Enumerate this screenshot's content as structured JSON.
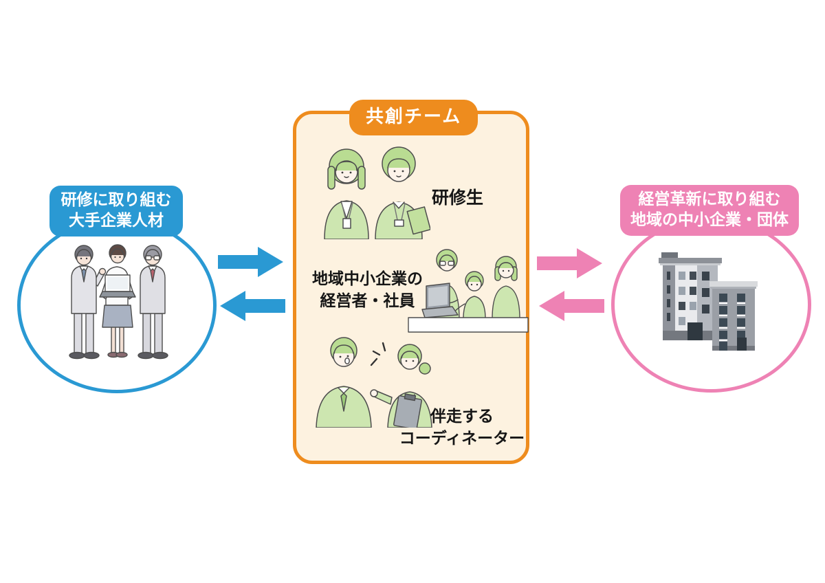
{
  "colors": {
    "blue": "#2a99d3",
    "orange": "#ee8c1e",
    "pink": "#ee82b4",
    "panel_cream": "#fdf2e0",
    "text_dark": "#161616",
    "node_fill": "#ffffff"
  },
  "left_node": {
    "label": "研修に取り組む\n大手企業人材",
    "shape": "ellipse",
    "border_color": "#2a99d3",
    "illustration": "three-business-people-icon"
  },
  "center_box": {
    "badge_label": "共創チーム",
    "border_color": "#ee8c1e",
    "background": "#fdf2e0",
    "groups": [
      {
        "label": "研修生",
        "illustration": "two-trainees-icon"
      },
      {
        "label": "地域中小企業の\n経営者・社員",
        "illustration": "sme-team-laptop-icon"
      },
      {
        "label": "伴走する\nコーディネーター",
        "illustration": "coordinator-pair-icon"
      }
    ]
  },
  "right_node": {
    "label": "経営革新に取り組む\n地域の中小企業・団体",
    "shape": "ellipse",
    "border_color": "#ee82b4",
    "illustration": "office-buildings-icon"
  },
  "arrows": {
    "left_to_center": {
      "direction": "right",
      "color": "#2a99d3"
    },
    "center_to_left": {
      "direction": "left",
      "color": "#2a99d3"
    },
    "center_to_right": {
      "direction": "right",
      "color": "#ee82b4"
    },
    "right_to_center": {
      "direction": "left",
      "color": "#ee82b4"
    }
  }
}
